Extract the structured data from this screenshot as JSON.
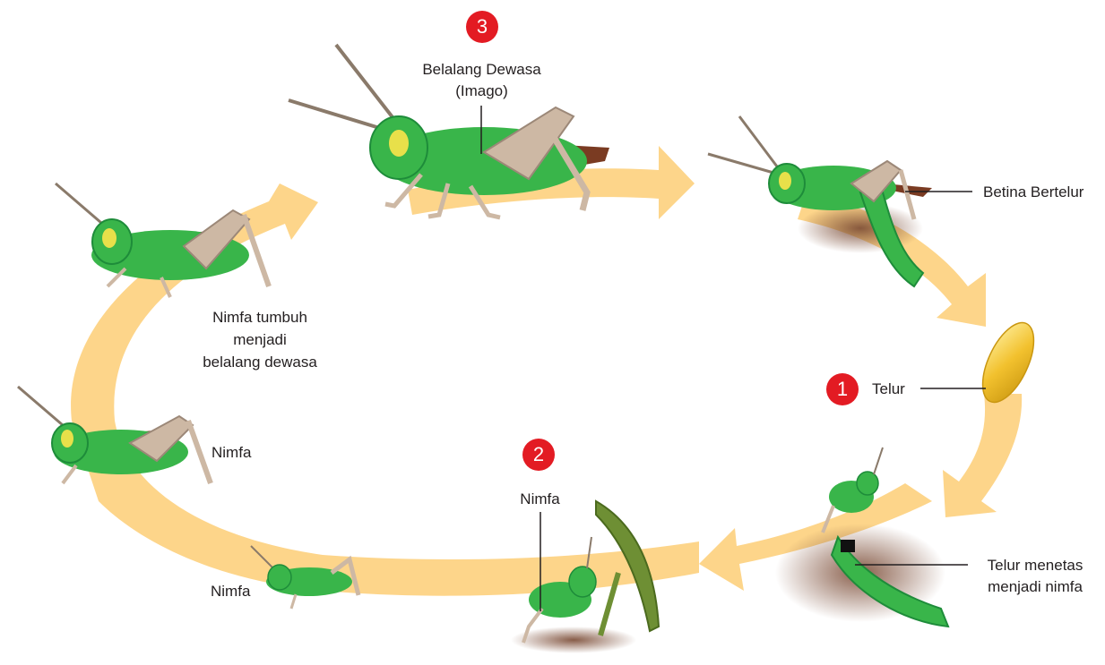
{
  "diagram": {
    "stages": [
      {
        "number": "1",
        "label": "Telur"
      },
      {
        "number": "2",
        "label": "Nimfa"
      },
      {
        "number": "3",
        "label": "Belalang Dewasa",
        "label_line2": "(Imago)"
      }
    ],
    "annotations": {
      "female_laying": "Betina Bertelur",
      "hatch_line1": "Telur menetas",
      "hatch_line2": "menjadi nimfa",
      "grow_line1": "Nimfa tumbuh",
      "grow_line2": "menjadi",
      "grow_line3": "belalang dewasa",
      "nymph_left": "Nimfa",
      "nymph_bottom_left": "Nimfa"
    },
    "colors": {
      "arrow": "#fdd58a",
      "badge": "#e31b23",
      "insect_body": "#39b54a",
      "insect_dark": "#1e8c3a",
      "wing": "#cdb8a4",
      "wing_dark": "#7a3b22",
      "egg": "#f2c12e",
      "soil": "#8a5a44"
    }
  }
}
